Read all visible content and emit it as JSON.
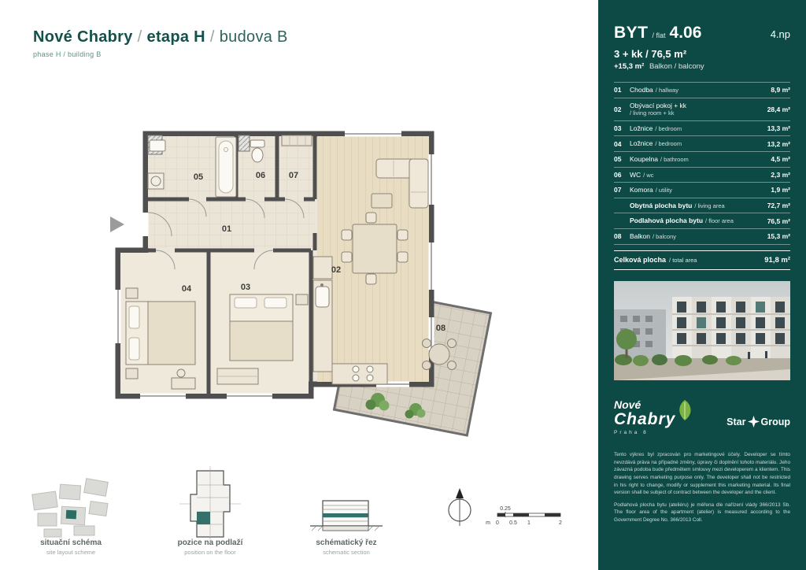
{
  "header": {
    "brand": "Nové Chabry",
    "sep": "/",
    "phase": "etapa H",
    "building": "budova B",
    "subtitle": "phase H / building B"
  },
  "floorplan": {
    "rooms": {
      "r01": "01",
      "r02": "02",
      "r03": "03",
      "r04": "04",
      "r05": "05",
      "r06": "06",
      "r07": "07",
      "r08": "08"
    }
  },
  "legend": {
    "items": [
      {
        "cz": "situační schéma",
        "en": "site layout scheme"
      },
      {
        "cz": "pozice na podlaží",
        "en": "position on the floor"
      },
      {
        "cz": "schématický řez",
        "en": "schematic section"
      }
    ],
    "scale": {
      "quarter": "0.25",
      "m": "m",
      "zero": "0",
      "half": "0.5",
      "one": "1",
      "two": "2"
    }
  },
  "panel": {
    "accent": "#0d4a45",
    "byt": "BYT",
    "flat": "/ flat",
    "number": "4.06",
    "floor": "4.np",
    "disposition": "3 + kk / 76,5 m²",
    "balcony_plus": "+15,3 m²",
    "balcony_label": "Balkon / balcony",
    "table": [
      {
        "num": "01",
        "cz": "Chodba",
        "en": "/ hallway",
        "area": "8,9 m²"
      },
      {
        "num": "02",
        "cz": "Obývací pokoj + kk",
        "en": "/ living room + kk",
        "area": "28,4 m²"
      },
      {
        "num": "03",
        "cz": "Ložnice",
        "en": "/ bedroom",
        "area": "13,3 m²"
      },
      {
        "num": "04",
        "cz": "Ložnice",
        "en": "/ bedroom",
        "area": "13,2 m²"
      },
      {
        "num": "05",
        "cz": "Koupelna",
        "en": "/ bathroom",
        "area": "4,5 m²"
      },
      {
        "num": "06",
        "cz": "WC",
        "en": "/ wc",
        "area": "2,3 m²"
      },
      {
        "num": "07",
        "cz": "Komora",
        "en": "/ utility",
        "area": "1,9 m²"
      },
      {
        "num": "",
        "cz": "Obytná plocha bytu",
        "en": "/ living area",
        "area": "72,7 m²"
      },
      {
        "num": "",
        "cz": "Podlahová plocha bytu",
        "en": "/ floor area",
        "area": "76,5 m²"
      },
      {
        "num": "08",
        "cz": "Balkon",
        "en": "/ balcony",
        "area": "15,3 m²"
      }
    ],
    "total": {
      "cz": "Celková plocha",
      "en": "/ total area",
      "area": "91,8 m²"
    }
  },
  "logos": {
    "nove": "Nové",
    "chabry": "Chabry",
    "praha": "Praha 8",
    "star": "Star",
    "group": "Group"
  },
  "legal": {
    "p1": "Tento výkres byl zpracován pro marketingové účely. Developer se tímto nevzdává práva na případné změny, úpravy či doplnění tohoto materiálu. Jeho závazná podoba bude předmětem smlouvy mezi developerem a klientem. This drawing serves marketing purpose only. The developer shall not be restricted in his right to change, modify or supplement this marketing material. Its final version shall be subject of contract between the developer and the client.",
    "p2": "Podlahová plocha bytu (ateliéru) je měřena dle nařízení vlády 366/2013 Sb. The floor area of the apartment (atelier) is measured according to the Government Degree No. 366/2013 Coll."
  }
}
